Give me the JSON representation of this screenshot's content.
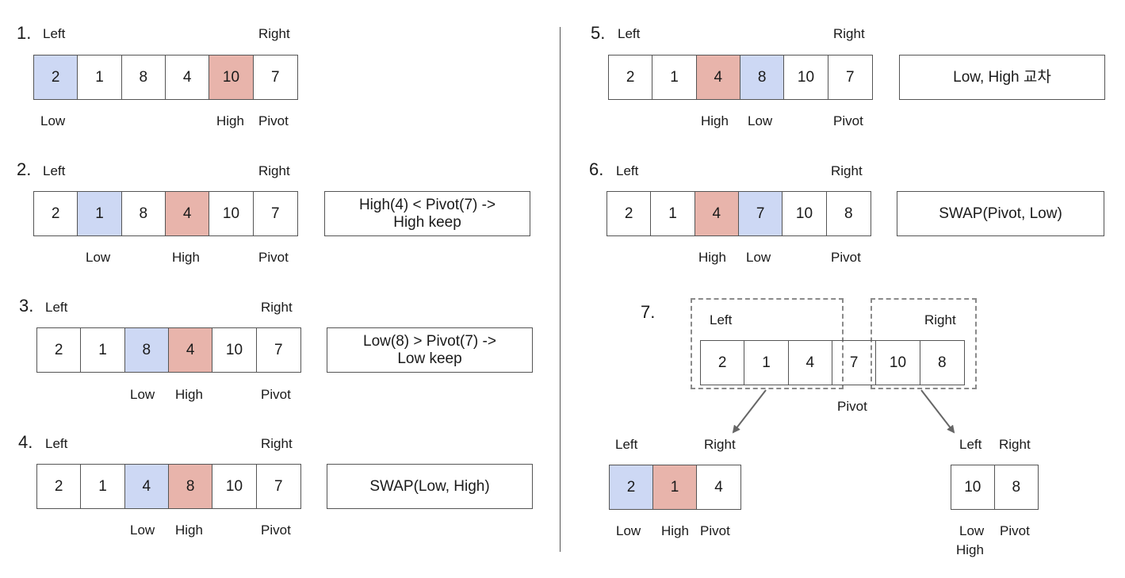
{
  "steps": {
    "s1": {
      "n": "1.",
      "left": "Left",
      "right": "Right",
      "cells": [
        "2",
        "1",
        "8",
        "4",
        "10",
        "7"
      ],
      "low": "Low",
      "high": "High",
      "pivot": "Pivot"
    },
    "s2": {
      "n": "2.",
      "left": "Left",
      "right": "Right",
      "cells": [
        "2",
        "1",
        "8",
        "4",
        "10",
        "7"
      ],
      "low": "Low",
      "high": "High",
      "pivot": "Pivot",
      "note": "High(4) < Pivot(7) ->\nHigh keep"
    },
    "s3": {
      "n": "3.",
      "left": "Left",
      "right": "Right",
      "cells": [
        "2",
        "1",
        "8",
        "4",
        "10",
        "7"
      ],
      "low": "Low",
      "high": "High",
      "pivot": "Pivot",
      "note": "Low(8) > Pivot(7) ->\nLow keep"
    },
    "s4": {
      "n": "4.",
      "left": "Left",
      "right": "Right",
      "cells": [
        "2",
        "1",
        "4",
        "8",
        "10",
        "7"
      ],
      "low": "Low",
      "high": "High",
      "pivot": "Pivot",
      "note": "SWAP(Low, High)"
    },
    "s5": {
      "n": "5.",
      "left": "Left",
      "right": "Right",
      "cells": [
        "2",
        "1",
        "4",
        "8",
        "10",
        "7"
      ],
      "high": "High",
      "low": "Low",
      "pivot": "Pivot",
      "note": "Low, High 교차"
    },
    "s6": {
      "n": "6.",
      "left": "Left",
      "right": "Right",
      "cells": [
        "2",
        "1",
        "4",
        "7",
        "10",
        "8"
      ],
      "high": "High",
      "low": "Low",
      "pivot": "Pivot",
      "note": "SWAP(Pivot, Low)"
    },
    "s7": {
      "n": "7.",
      "left": "Left",
      "right": "Right",
      "cells": [
        "2",
        "1",
        "4",
        "7",
        "10",
        "8"
      ],
      "pivot": "Pivot",
      "sub_left": {
        "left": "Left",
        "right": "Right",
        "cells": [
          "2",
          "1",
          "4"
        ],
        "low": "Low",
        "high": "High",
        "pivot": "Pivot"
      },
      "sub_right": {
        "left": "Left",
        "right": "Right",
        "cells": [
          "10",
          "8"
        ],
        "low": "Low",
        "high": "High",
        "pivot": "Pivot"
      }
    }
  },
  "colors": {
    "low_highlight": "#cdd8f4",
    "high_highlight": "#e8b4ab",
    "border": "#555555",
    "dashed": "#8a8a8a"
  }
}
